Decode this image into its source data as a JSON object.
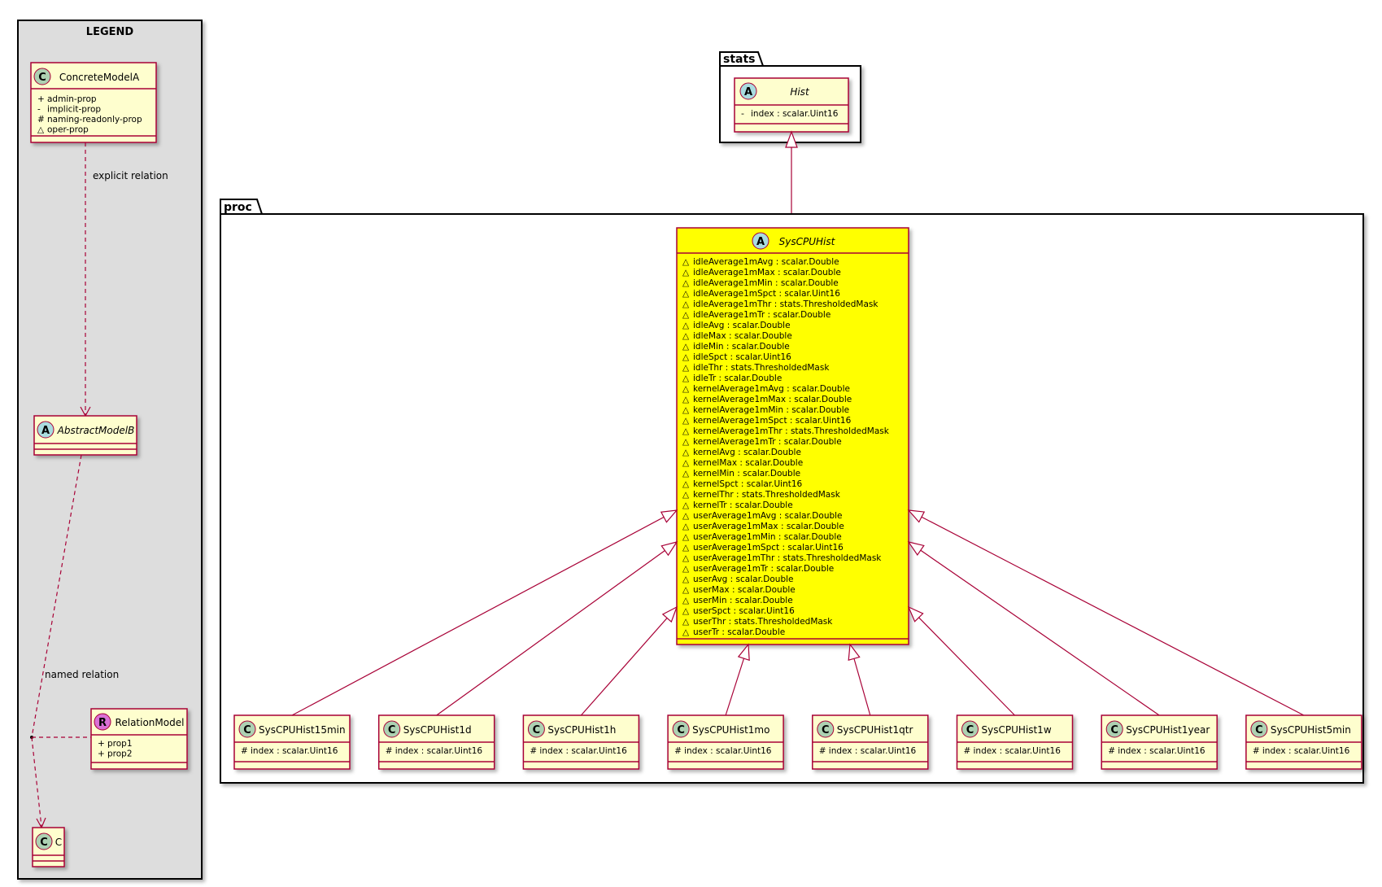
{
  "colors": {
    "class_fill": "#FEFECE",
    "class_border": "#A80036",
    "highlight_fill": "#FFFF00",
    "legend_fill": "#DDDDDD",
    "abstract_badge": "#A9DCDF",
    "class_badge": "#ADD1B2",
    "relation_badge": "#DA70D6",
    "arrow": "#A80036"
  },
  "legend": {
    "title": "LEGEND",
    "concrete": {
      "badge": "C",
      "name": "ConcreteModelA",
      "attrs": [
        {
          "vis": "+",
          "text": "admin-prop"
        },
        {
          "vis": "-",
          "text": "implicit-prop"
        },
        {
          "vis": "#",
          "text": "naming-readonly-prop"
        },
        {
          "vis": "△",
          "text": "oper-prop"
        }
      ]
    },
    "explicit_relation": "explicit relation",
    "abstract": {
      "badge": "A",
      "name": "AbstractModelB"
    },
    "named_relation": "named relation",
    "relation_model": {
      "badge": "R",
      "name": "RelationModel",
      "attrs": [
        {
          "vis": "+",
          "text": "prop1"
        },
        {
          "vis": "+",
          "text": "prop2"
        }
      ]
    },
    "c_class": {
      "badge": "C",
      "name": "C"
    }
  },
  "stats_pkg": {
    "label": "stats",
    "hist": {
      "badge": "A",
      "name": "Hist",
      "attrs": [
        {
          "vis": "-",
          "text": "index : scalar.Uint16"
        }
      ]
    }
  },
  "proc_pkg": {
    "label": "proc",
    "main": {
      "badge": "A",
      "name": "SysCPUHist",
      "attrs": [
        "idleAverage1mAvg : scalar.Double",
        "idleAverage1mMax : scalar.Double",
        "idleAverage1mMin : scalar.Double",
        "idleAverage1mSpct : scalar.Uint16",
        "idleAverage1mThr : stats.ThresholdedMask",
        "idleAverage1mTr : scalar.Double",
        "idleAvg : scalar.Double",
        "idleMax : scalar.Double",
        "idleMin : scalar.Double",
        "idleSpct : scalar.Uint16",
        "idleThr : stats.ThresholdedMask",
        "idleTr : scalar.Double",
        "kernelAverage1mAvg : scalar.Double",
        "kernelAverage1mMax : scalar.Double",
        "kernelAverage1mMin : scalar.Double",
        "kernelAverage1mSpct : scalar.Uint16",
        "kernelAverage1mThr : stats.ThresholdedMask",
        "kernelAverage1mTr : scalar.Double",
        "kernelAvg : scalar.Double",
        "kernelMax : scalar.Double",
        "kernelMin : scalar.Double",
        "kernelSpct : scalar.Uint16",
        "kernelThr : stats.ThresholdedMask",
        "kernelTr : scalar.Double",
        "userAverage1mAvg : scalar.Double",
        "userAverage1mMax : scalar.Double",
        "userAverage1mMin : scalar.Double",
        "userAverage1mSpct : scalar.Uint16",
        "userAverage1mThr : stats.ThresholdedMask",
        "userAverage1mTr : scalar.Double",
        "userAvg : scalar.Double",
        "userMax : scalar.Double",
        "userMin : scalar.Double",
        "userSpct : scalar.Uint16",
        "userThr : stats.ThresholdedMask",
        "userTr : scalar.Double"
      ],
      "vis": "△"
    },
    "children": [
      {
        "badge": "C",
        "name": "SysCPUHist15min",
        "attr": "index : scalar.Uint16",
        "vis": "#"
      },
      {
        "badge": "C",
        "name": "SysCPUHist1d",
        "attr": "index : scalar.Uint16",
        "vis": "#"
      },
      {
        "badge": "C",
        "name": "SysCPUHist1h",
        "attr": "index : scalar.Uint16",
        "vis": "#"
      },
      {
        "badge": "C",
        "name": "SysCPUHist1mo",
        "attr": "index : scalar.Uint16",
        "vis": "#"
      },
      {
        "badge": "C",
        "name": "SysCPUHist1qtr",
        "attr": "index : scalar.Uint16",
        "vis": "#"
      },
      {
        "badge": "C",
        "name": "SysCPUHist1w",
        "attr": "index : scalar.Uint16",
        "vis": "#"
      },
      {
        "badge": "C",
        "name": "SysCPUHist1year",
        "attr": "index : scalar.Uint16",
        "vis": "#"
      },
      {
        "badge": "C",
        "name": "SysCPUHist5min",
        "attr": "index : scalar.Uint16",
        "vis": "#"
      }
    ]
  }
}
